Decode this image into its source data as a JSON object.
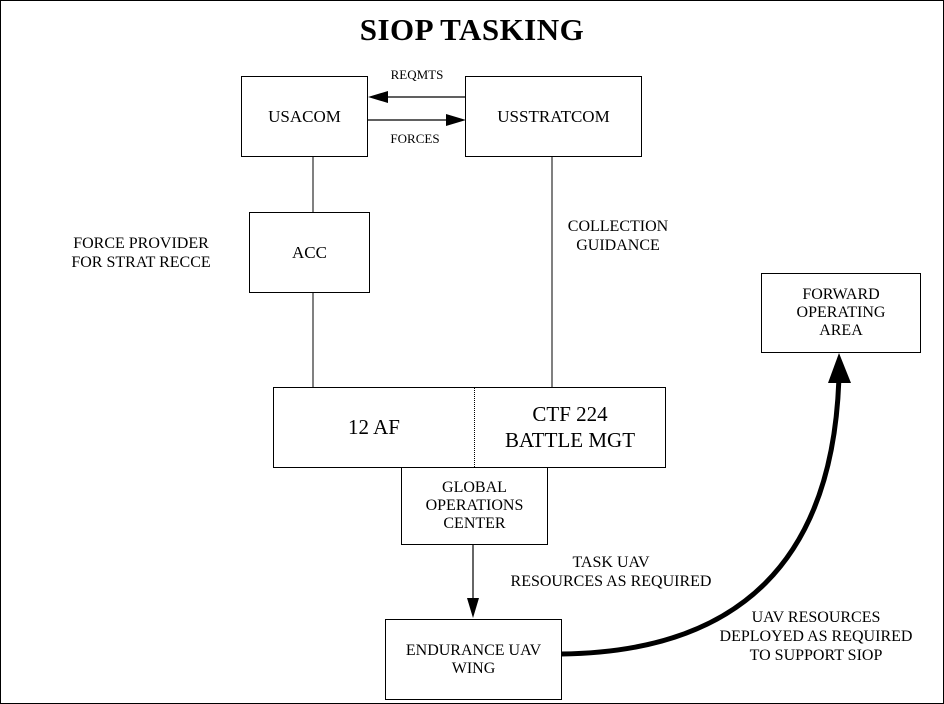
{
  "title": "SIOP TASKING",
  "nodes": {
    "usacom": "USACOM",
    "usstratcom": "USSTRATCOM",
    "acc": "ACC",
    "af12": "12 AF",
    "ctf_line1": "CTF 224",
    "ctf_line2": "BATTLE MGT",
    "goc_line1": "GLOBAL",
    "goc_line2": "OPERATIONS",
    "goc_line3": "CENTER",
    "uav_line1": "ENDURANCE UAV",
    "uav_line2": "WING",
    "foa_line1": "FORWARD",
    "foa_line2": "OPERATING",
    "foa_line3": "AREA"
  },
  "labels": {
    "reqmts": "REQMTS",
    "forces": "FORCES",
    "force_provider_line1": "FORCE PROVIDER",
    "force_provider_line2": "FOR STRAT RECCE",
    "collection_line1": "COLLECTION",
    "collection_line2": "GUIDANCE",
    "task_uav_line1": "TASK UAV",
    "task_uav_line2": "RESOURCES AS REQUIRED",
    "deployed_line1": "UAV RESOURCES",
    "deployed_line2": "DEPLOYED AS REQUIRED",
    "deployed_line3": "TO SUPPORT SIOP"
  }
}
